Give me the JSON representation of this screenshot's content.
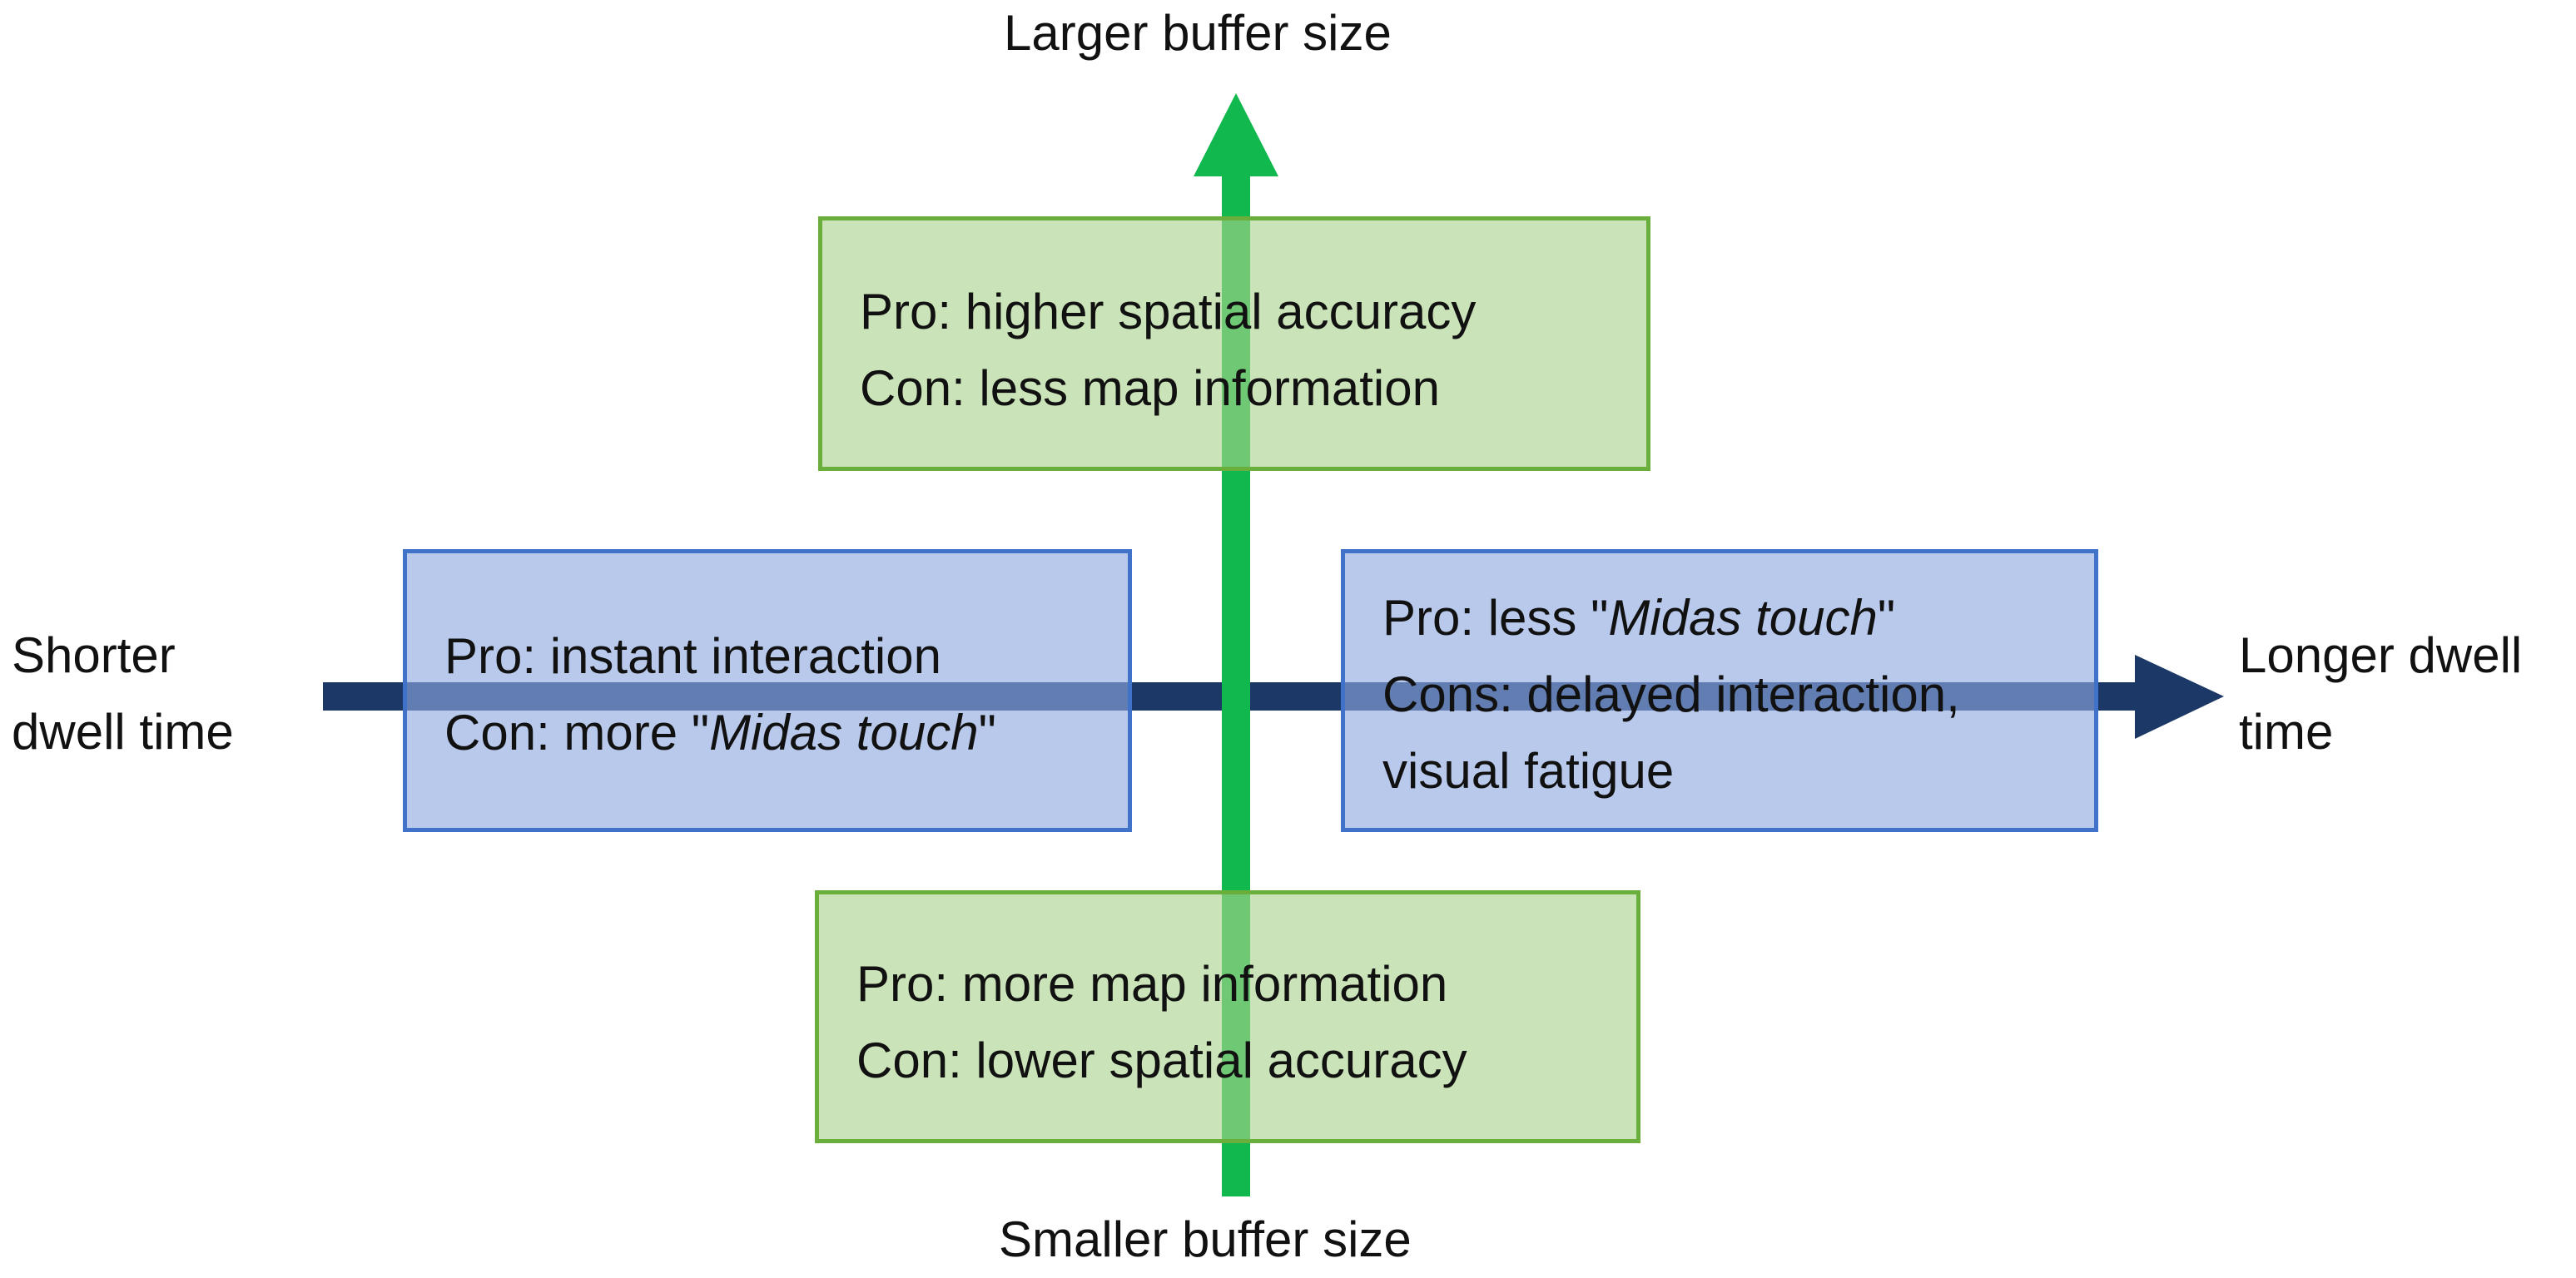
{
  "colors": {
    "vertical_axis": "#10b84e",
    "horizontal_axis": "#1c3866",
    "green_box_fill": "#cde3bb",
    "green_box_border": "#6aae3c",
    "blue_box_fill": "#bccde9",
    "blue_box_border": "#3f72c8"
  },
  "axes": {
    "top_label": "Larger buffer size",
    "bottom_label": "Smaller buffer size",
    "left_label_line1": "Shorter",
    "left_label_line2": "dwell time",
    "right_label_line1": "Longer dwell",
    "right_label_line2": "time"
  },
  "boxes": {
    "top": {
      "pro": "Pro: higher spatial accuracy",
      "con": "Con: less map information"
    },
    "bottom": {
      "pro": "Pro: more map information",
      "con": "Con: lower spatial accuracy"
    },
    "left": {
      "pro": "Pro: instant interaction",
      "con_prefix": "Con: more \"",
      "con_italic": "Midas touch",
      "con_suffix": "\""
    },
    "right": {
      "pro_prefix": "Pro: less \"",
      "pro_italic": "Midas touch",
      "pro_suffix": "\"",
      "cons_line1": "Cons: delayed interaction,",
      "cons_line2": "visual fatigue"
    }
  }
}
